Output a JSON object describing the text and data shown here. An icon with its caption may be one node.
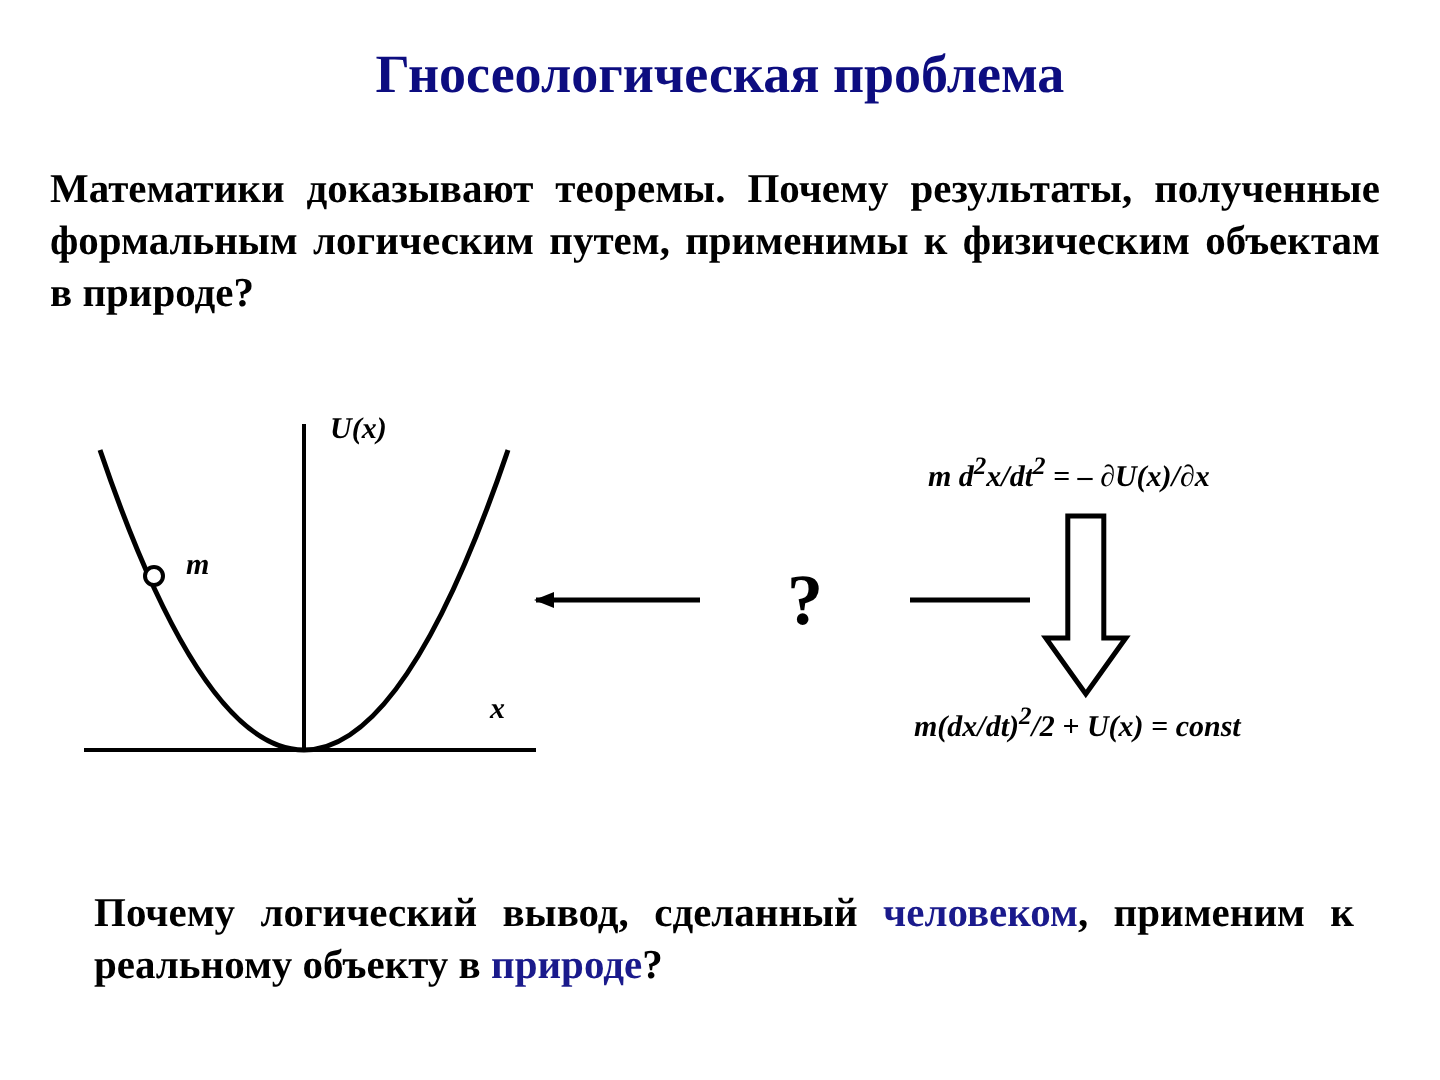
{
  "diagram": {
    "title": "Гносеологическая проблема",
    "nodes": [
      {
        "text": [
          "U(x)",
          "m",
          "x"
        ]
      },
      {
        "text": [
          "m d$^{2}$x/dt$^{2}$ = – ∂U(x)/∂x"
        ]
      },
      {
        "text": [
          "m(dx/dt)$^{2}$/2 + U(x) = const"
        ]
      }
    ],
    "edges": [
      {
        "from": 1,
        "to": 2,
        "arrow": "to"
      },
      {
        "from": null,
        "to": 0,
        "arrow": "to",
        "label": "?"
      }
    ],
    "labels": [
      "Математики доказывают теоремы. Почему результаты, полученные формальным логическим путем, применимы к физическим объектам в природе?",
      "Почему логический вывод, сделанный **человеком**, применим к реальному объекту в **природе**?"
    ]
  }
}
